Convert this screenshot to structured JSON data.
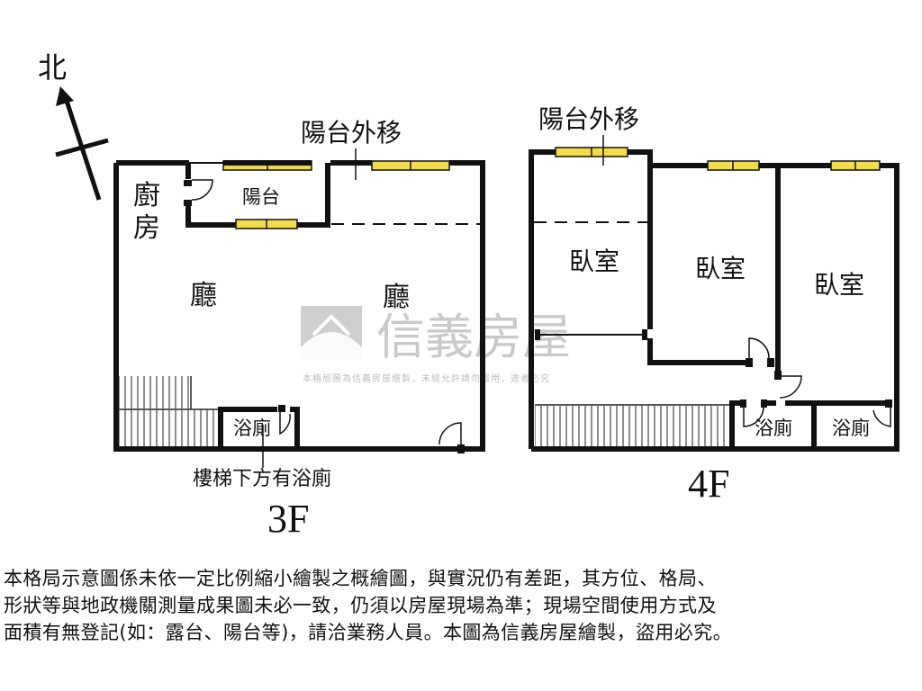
{
  "compass": {
    "north_label": "北"
  },
  "floor_3f": {
    "level_label": "3F",
    "balcony_move_label": "陽台外移",
    "kitchen_label": "廚房",
    "balcony_label": "陽台",
    "living_left_label": "廳",
    "living_right_label": "廳",
    "bathroom_label": "浴廁",
    "stair_bath_note": "樓梯下方有浴廁"
  },
  "floor_4f": {
    "level_label": "4F",
    "balcony_move_label": "陽台外移",
    "bedroom_1_label": "臥室",
    "bedroom_2_label": "臥室",
    "bedroom_3_label": "臥室",
    "bathroom_1_label": "浴廁",
    "bathroom_2_label": "浴廁"
  },
  "watermark": {
    "brand": "信義房屋",
    "notice": "本格局圖為信義房屋繪製，未經允許請勿盜用，違者必究"
  },
  "disclaimer": {
    "line_1": "本格局示意圖係未依一定比例縮小繪製之概繪圖，與實況仍有差距，其方位、格局、",
    "line_2": "形狀等與地政機關測量成果圖未必一致，仍須以房屋現場為準；現場空間使用方式及",
    "line_3": "面積有無登記(如：露台、陽台等)，請洽業務人員。本圖為信義房屋繪製，盜用必究。"
  },
  "colors": {
    "wall": "#111111",
    "window": "#f2dc4a",
    "watermark": "#c9c9c9"
  }
}
